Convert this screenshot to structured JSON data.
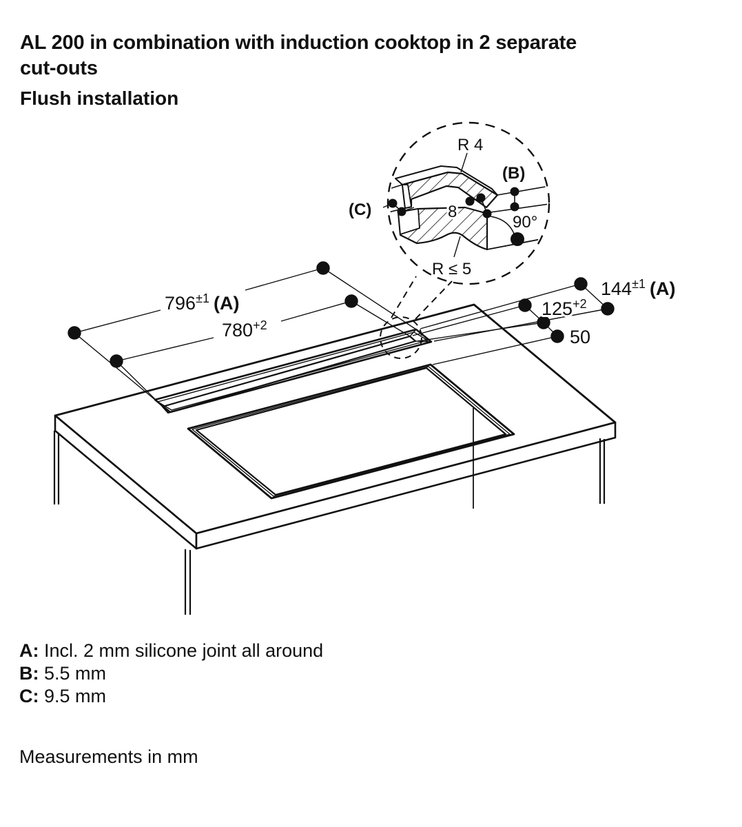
{
  "title": {
    "line1": "AL 200 in combination with induction cooktop in 2 separate",
    "line2": "cut-outs",
    "subtitle": "Flush installation"
  },
  "dims": {
    "len_outer": {
      "value": "796",
      "sup": "±1",
      "ref": "(A)"
    },
    "len_inner": {
      "value": "780",
      "sup": "+2"
    },
    "width_outer": {
      "value": "144",
      "sup": "±1",
      "ref": "(A)"
    },
    "width_inner": {
      "value": "125",
      "sup": "+2"
    },
    "gap": {
      "value": "50"
    }
  },
  "detail": {
    "radius_top": "R 4",
    "ref_b": "(B)",
    "ref_c": "(C)",
    "depth": "8",
    "angle": "90°",
    "radius_bottom": "R ≤ 5"
  },
  "legend": [
    {
      "key": "A:",
      "text": "Incl. 2 mm silicone joint all around"
    },
    {
      "key": "B:",
      "text": "5.5 mm"
    },
    {
      "key": "C:",
      "text": "9.5 mm"
    }
  ],
  "footer": "Measurements in mm",
  "colors": {
    "ink": "#111111",
    "paper": "#ffffff"
  }
}
